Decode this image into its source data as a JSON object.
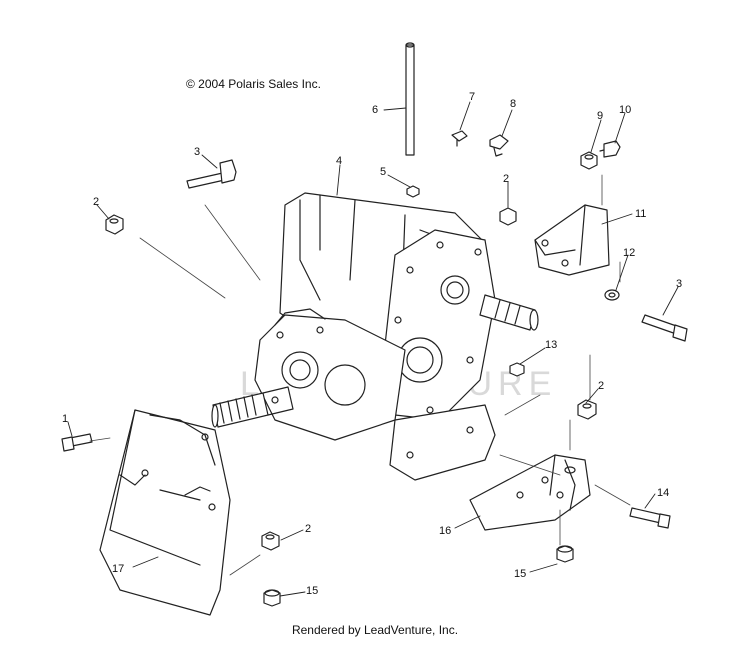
{
  "copyright": "© 2004 Polaris Sales Inc.",
  "footer": "Rendered by LeadVenture, Inc.",
  "watermark": "LEADVENTURE",
  "callouts": {
    "c1": "1",
    "c2a": "2",
    "c2b": "2",
    "c2c": "2",
    "c2d": "2",
    "c3a": "3",
    "c3b": "3",
    "c4": "4",
    "c5": "5",
    "c6": "6",
    "c7": "7",
    "c8": "8",
    "c9": "9",
    "c10": "10",
    "c11": "11",
    "c12": "12",
    "c13": "13",
    "c14": "14",
    "c15a": "15",
    "c15b": "15",
    "c16": "16",
    "c17": "17"
  }
}
